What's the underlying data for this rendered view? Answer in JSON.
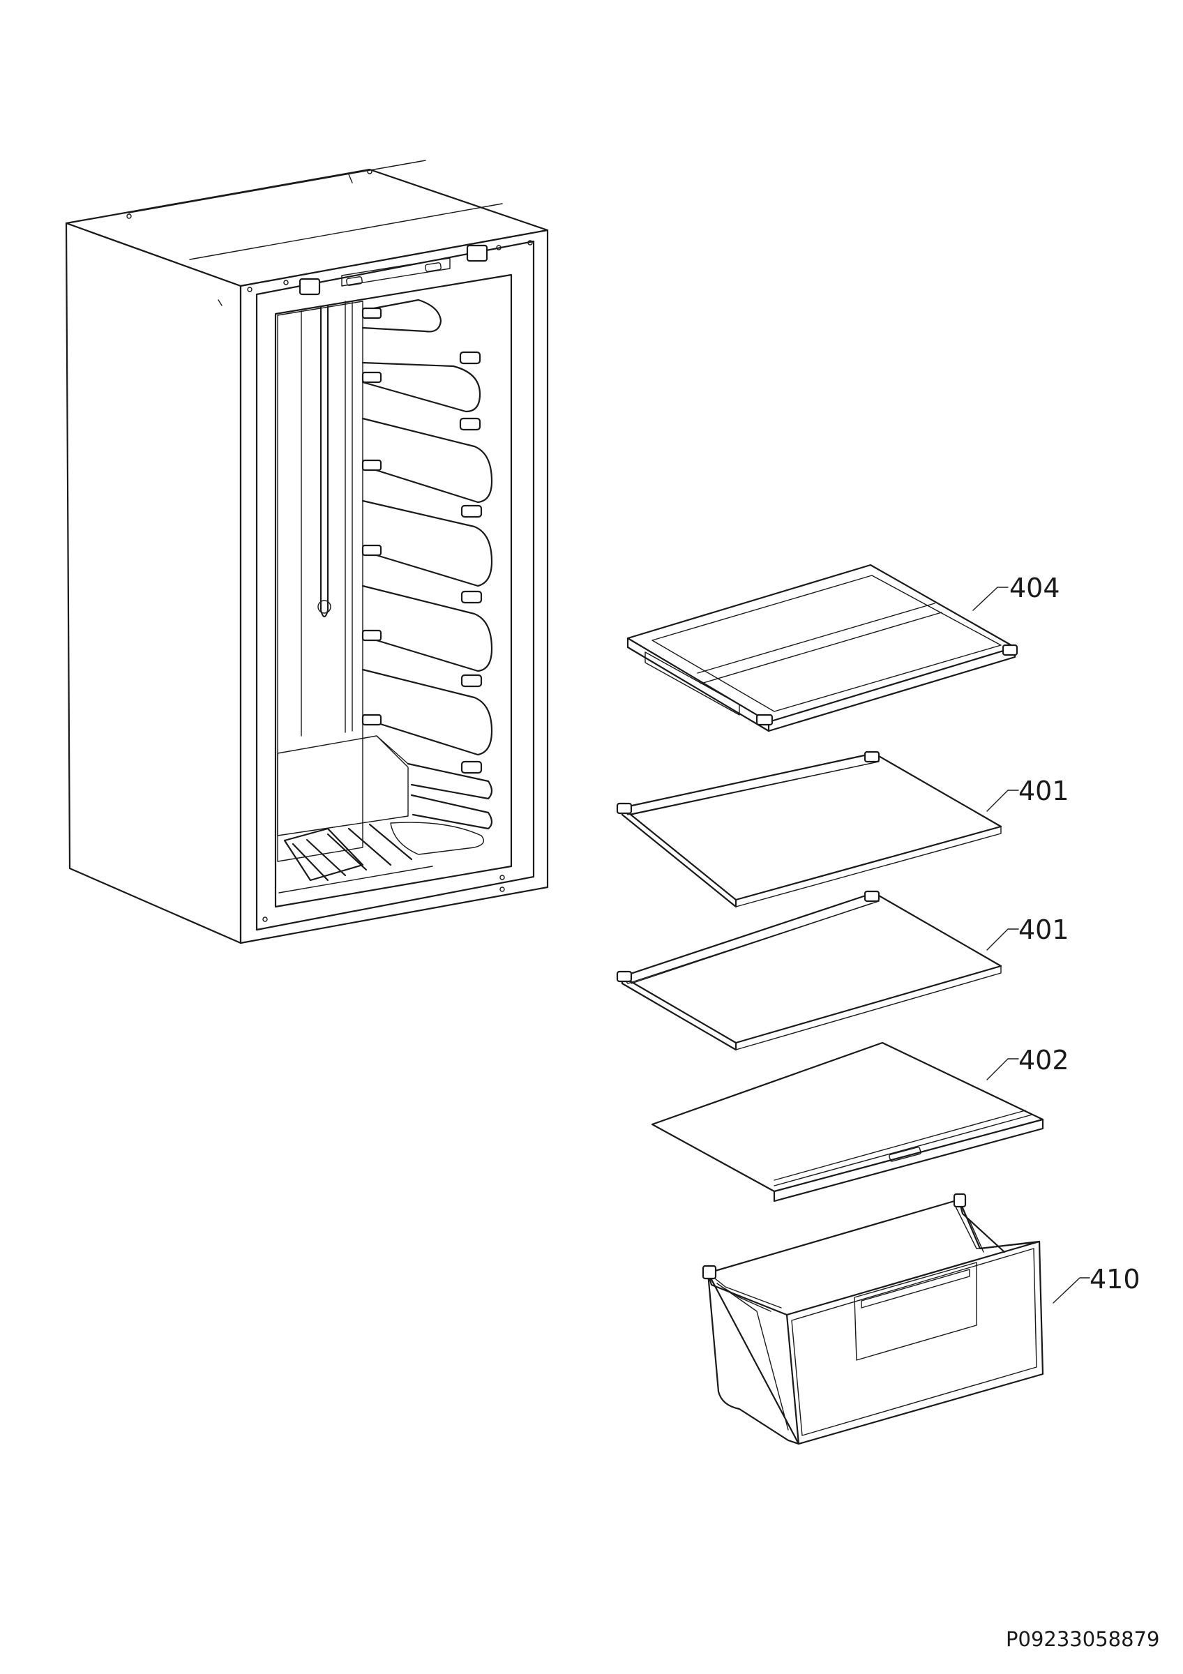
{
  "callouts": [
    {
      "id": "shelf-404",
      "label": "404"
    },
    {
      "id": "shelf-401-upper",
      "label": "401"
    },
    {
      "id": "shelf-401-lower",
      "label": "401"
    },
    {
      "id": "shelf-402",
      "label": "402"
    },
    {
      "id": "drawer-410",
      "label": "410"
    }
  ],
  "drawing_id": "P09233058879"
}
